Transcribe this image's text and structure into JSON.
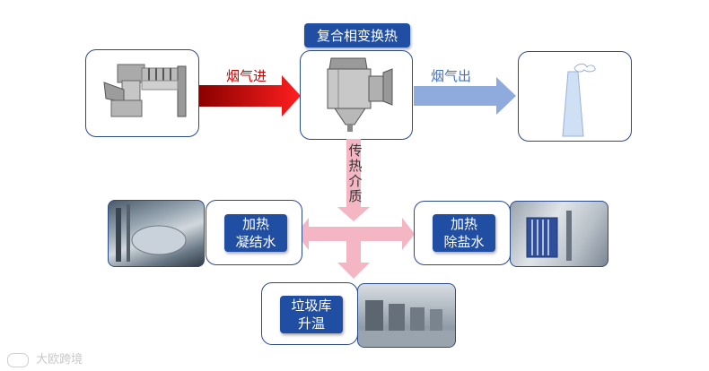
{
  "title": "复合相变换热",
  "flows": {
    "flue_in": "烟气进",
    "flue_out": "烟气出",
    "heat_medium": [
      "传",
      "热",
      "介",
      "质"
    ]
  },
  "destinations": {
    "condensate": [
      "加热",
      "凝结水"
    ],
    "demineralized": [
      "加热",
      "除盐水"
    ],
    "garbage_pit": [
      "垃圾库",
      "升温"
    ]
  },
  "watermark": "大欧跨境",
  "colors": {
    "label_blue": "#1f4ea3",
    "box_border": "#2b4a8a",
    "hot_arrow": "#cc0000",
    "cool_arrow": "#8faadc",
    "pink_arrow": "#f4b6c2",
    "hot_text": "#cc0000",
    "cool_text": "#4472c4"
  }
}
